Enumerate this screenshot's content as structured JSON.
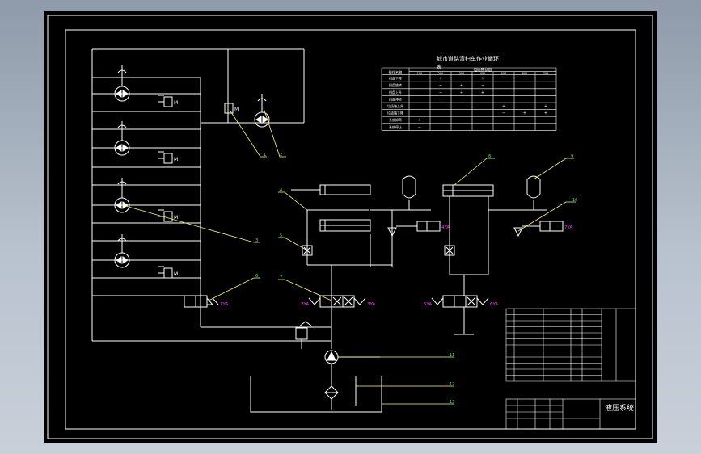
{
  "drawing": {
    "title": "液压系统",
    "table_title_line1": "城市道路清扫车作业循环",
    "table_title_line2": "表",
    "table_group_header": "电磁铁状态",
    "table_op_header": "操作名称",
    "table_columns": [
      "1YA",
      "2YA",
      "3YA",
      "4YA",
      "5YA",
      "6YA",
      "7YA"
    ],
    "table_rows": [
      {
        "label": "扫盘下降",
        "marks": [
          "",
          "+",
          "",
          "+",
          "",
          "",
          ""
        ]
      },
      {
        "label": "扫盘旋转",
        "marks": [
          "",
          "−",
          "+",
          "−",
          "",
          "",
          ""
        ]
      },
      {
        "label": "扫盘上升",
        "marks": [
          "",
          "−",
          "+",
          "+",
          "",
          "",
          ""
        ]
      },
      {
        "label": "扫盘停转",
        "marks": [
          "",
          "−",
          "−",
          "",
          "",
          "",
          ""
        ]
      },
      {
        "label": "垃圾箱上升",
        "marks": [
          "",
          "",
          "",
          "",
          "+",
          "",
          "+"
        ]
      },
      {
        "label": "垃圾箱下降",
        "marks": [
          "",
          "",
          "",
          "",
          "−",
          "+",
          "+"
        ]
      },
      {
        "label": "系统卸荷",
        "marks": [
          "+",
          "",
          "",
          "",
          "",
          "",
          ""
        ]
      },
      {
        "label": "系统停止",
        "marks": [
          "−",
          "",
          "",
          "",
          "",
          "",
          ""
        ]
      }
    ],
    "solenoid_labels": {
      "left_valve": "1YA",
      "mid_valve_left": "2YA",
      "mid_valve_right": "3YA",
      "right_valve_left": "5YA",
      "right_valve_right": "6YA",
      "lock_valve_1": "4YA",
      "lock_valve_2": "7YA"
    },
    "motor_tag": "M",
    "colors": {
      "paper": "#000000",
      "frame": "#ffffff",
      "leader": "#ffff66",
      "table": "#ffffff",
      "solenoid_text": "#ff33ff",
      "annotation": "#33ff66",
      "circuit": "#ffffff"
    }
  }
}
